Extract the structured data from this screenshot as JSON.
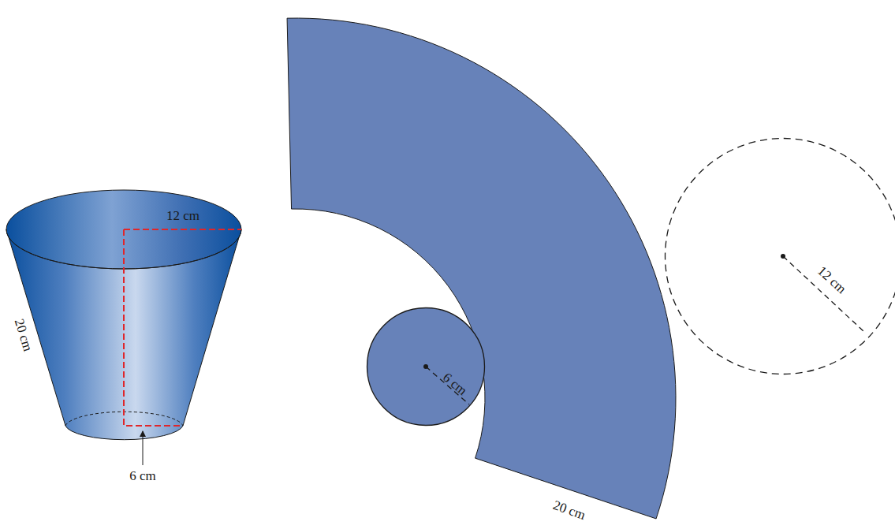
{
  "diagram": {
    "nodes": [
      {
        "text": [
          "6 cm"
        ]
      },
      {
        "text": [
          "12 cm"
        ]
      }
    ],
    "labels": [
      "12 cm",
      "20 cm",
      "6 cm",
      "20 cm"
    ]
  }
}
